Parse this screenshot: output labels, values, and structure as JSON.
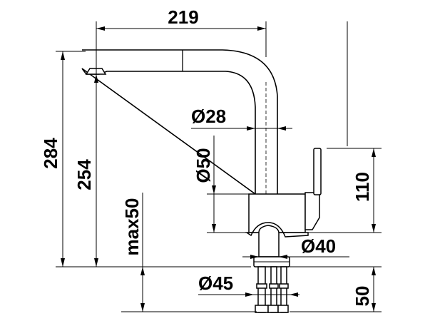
{
  "dimensions": {
    "width_219": "219",
    "height_284": "284",
    "height_254": "254",
    "diameter_28": "Ø28",
    "diameter_50": "Ø50",
    "max_50": "max50",
    "height_110": "110",
    "diameter_40": "Ø40",
    "diameter_45": "Ø45",
    "length_50": "50"
  }
}
